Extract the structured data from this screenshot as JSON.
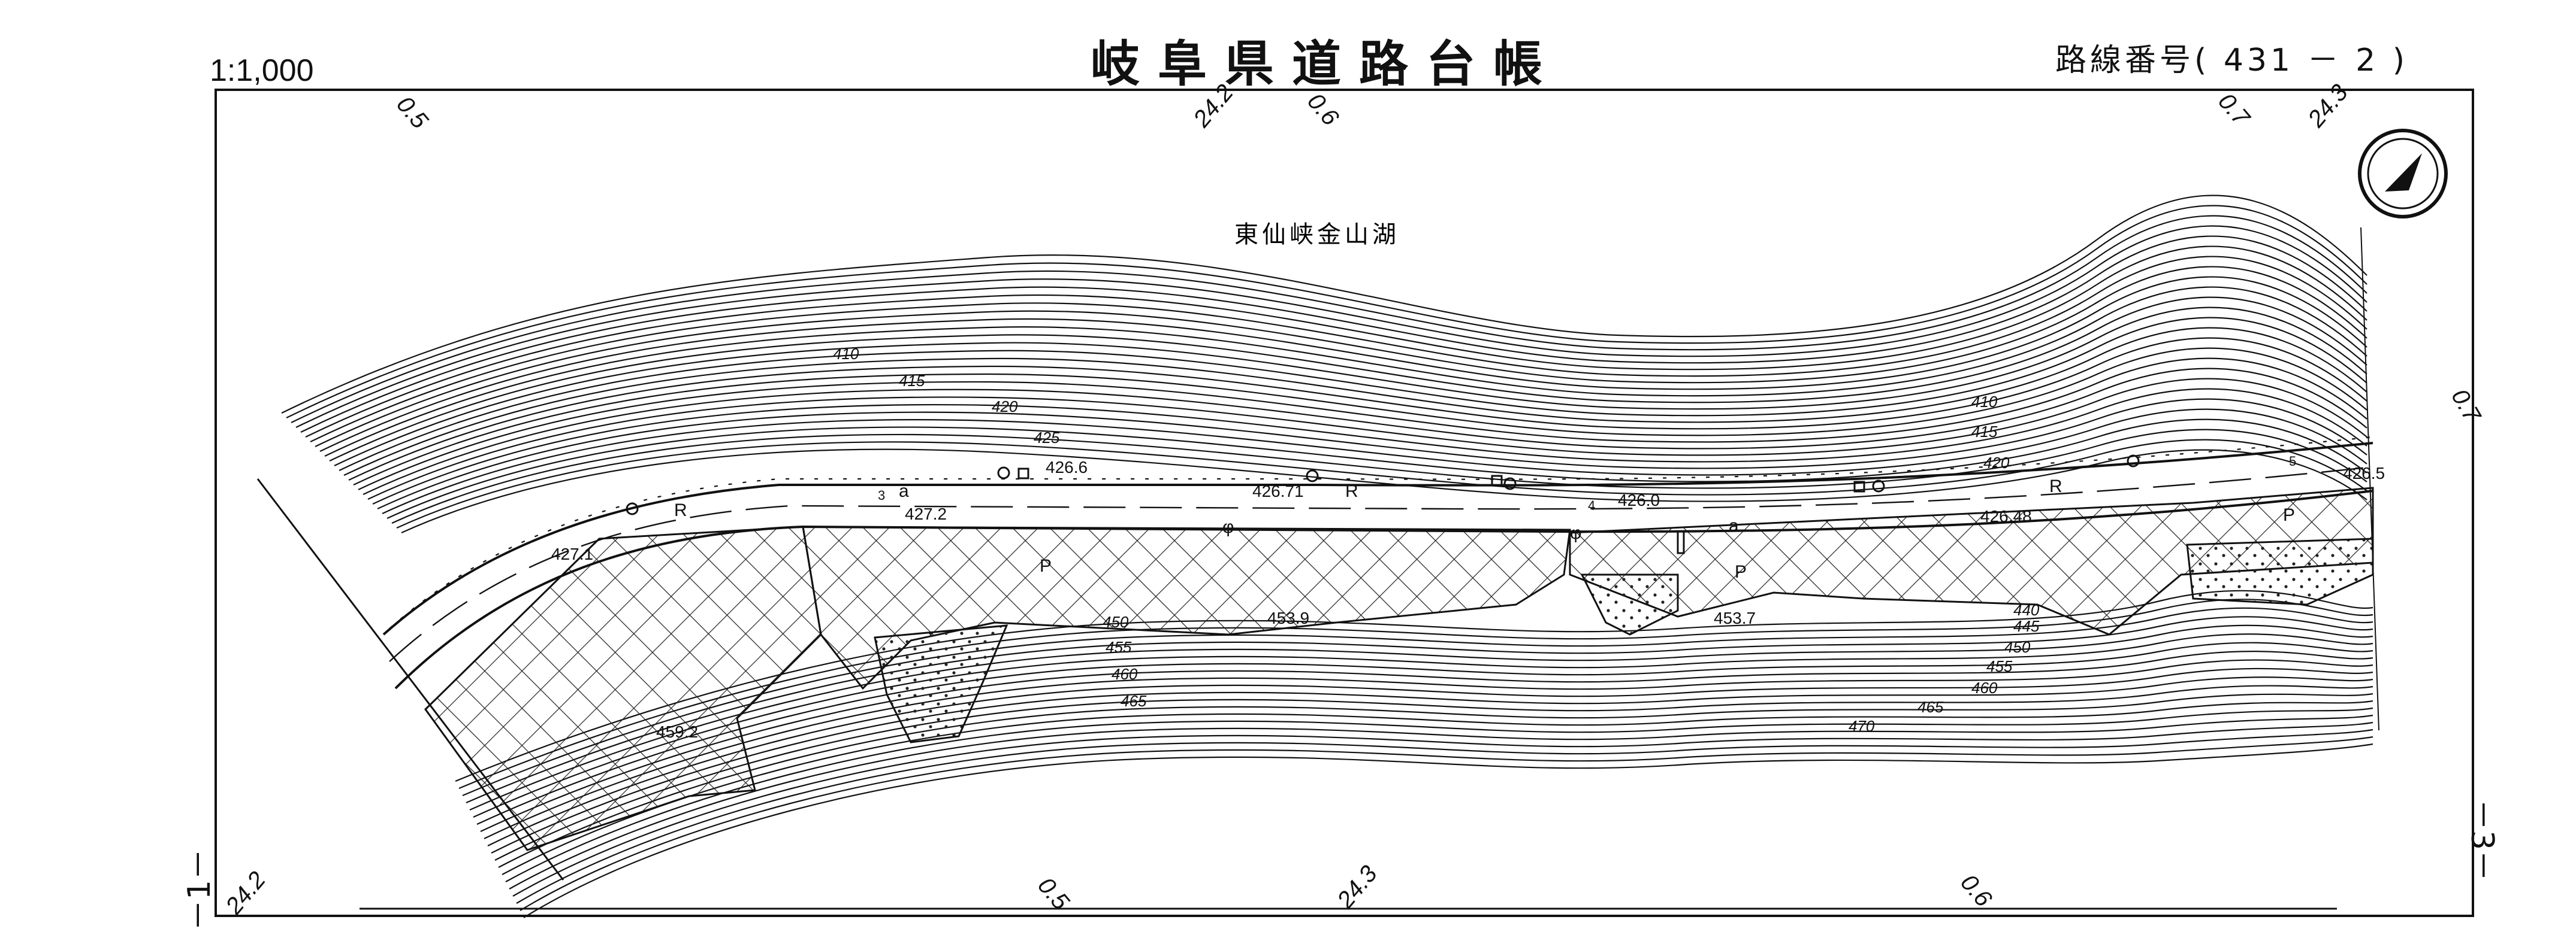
{
  "header": {
    "title": "岐阜県道路台帳",
    "scale": "1:1,000",
    "route_number": "路線番号( 431 － 2 )"
  },
  "side_labels": {
    "left": "－1－",
    "right": "－3－"
  },
  "map": {
    "lake_label": "東仙峡金山湖",
    "stations_top": [
      "0.5",
      "24.2",
      "0.6",
      "0.7",
      "24.3"
    ],
    "stations_bottom": [
      "24.2",
      "0.5",
      "24.3",
      "0.6"
    ],
    "station_right": "0.7",
    "contours_north": [
      "410",
      "415",
      "420",
      "425",
      "410",
      "415",
      "420"
    ],
    "contours_south": [
      "450",
      "455",
      "460",
      "465",
      "440",
      "445",
      "450",
      "455",
      "460",
      "465",
      "470"
    ],
    "spot_heights": [
      "426.6",
      "426.71",
      "426.0",
      "426.5",
      "427.2",
      "427.1",
      "426.48",
      "453.9",
      "453.7",
      "459.2"
    ],
    "road_symbols": [
      "R",
      "R",
      "R",
      "a",
      "a",
      "P",
      "P",
      "P",
      "φ",
      "φ"
    ],
    "marker_numbers": [
      "3",
      "4",
      "5"
    ],
    "north_arrow_icon": "north-arrow-icon",
    "colors": {
      "ink": "#111111",
      "paper": "#ffffff"
    }
  }
}
